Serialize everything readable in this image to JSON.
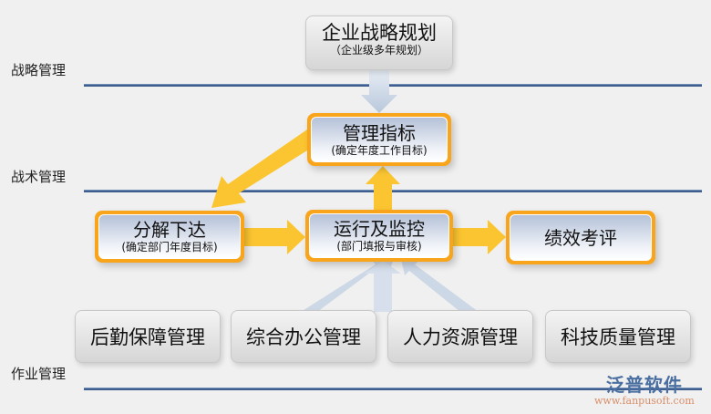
{
  "lanes": [
    "战略管理",
    "战术管理",
    "作业管理"
  ],
  "strategy": {
    "title": "企业战略规划",
    "sub": "（企业级多年规划）"
  },
  "indicators": {
    "title": "管理指标",
    "sub": "(确定年度工作目标)"
  },
  "decompose": {
    "title": "分解下达",
    "sub": "(确定部门年度目标)"
  },
  "monitor": {
    "title": "运行及监控",
    "sub": "(部门填报与审核)"
  },
  "performance": {
    "title": "绩效考评"
  },
  "modules": [
    "后勤保障管理",
    "综合办公管理",
    "人力资源管理",
    "科技质量管理"
  ],
  "logo": {
    "name": "泛普软件",
    "url": "www.fanpusoft.com"
  },
  "colors": {
    "arrow": "#fbc531",
    "line": "#3d5e8e",
    "orange": "#f9a51c"
  }
}
